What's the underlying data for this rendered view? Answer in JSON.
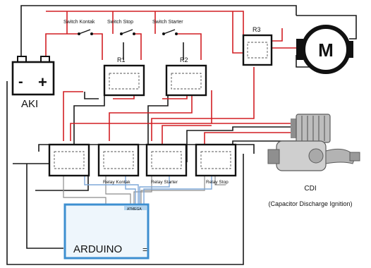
{
  "labels": {
    "battery": "AKI",
    "battery_minus": "-",
    "battery_plus": "+",
    "motor": "M",
    "relay_r3": "R3",
    "relay_r1": "R1",
    "relay_r2": "R2",
    "switch_kontak": "Switch Kontak",
    "switch_stop": "Switch Stop",
    "switch_starter": "Switch Starter",
    "relay_kontak": "Relay Kontak",
    "relay_starter": "Relay Starter",
    "relay_stop": "Relay Stop",
    "cdi_title": "CDI",
    "cdi_subtitle": "(Capacitor Discharge Ignition)",
    "arduino": "ARDUINO",
    "arduino_suffix": "=",
    "arduino_header": "ATMEGA"
  },
  "colors": {
    "power_wire": "#d21f24",
    "ground_wire": "#1a1a1a",
    "signal_wire": "#7fa8d8",
    "arduino_outline": "#3d8fd0",
    "arduino_fill": "#eef6fc"
  }
}
